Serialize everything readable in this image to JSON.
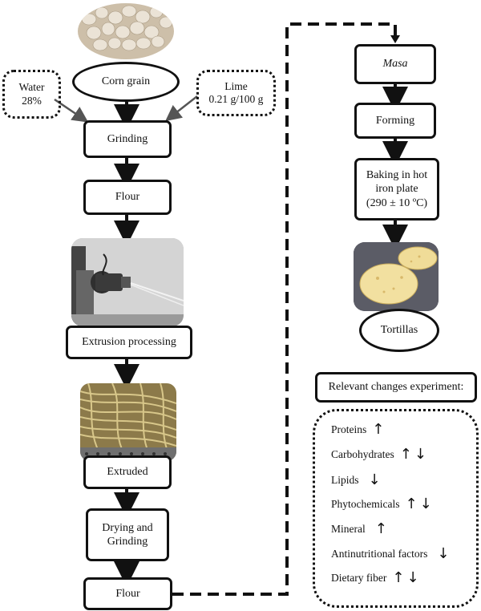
{
  "inputs": {
    "water": {
      "name": "Water",
      "amount": "28%"
    },
    "lime": {
      "name": "Lime",
      "amount": "0.21 g/100 g"
    }
  },
  "steps": {
    "corn_grain": "Corn grain",
    "grinding": "Grinding",
    "flour_1": "Flour",
    "extrusion": "Extrusion processing",
    "extruded": "Extruded",
    "drying_line1": "Drying and",
    "drying_line2": "Grinding",
    "flour_2": "Flour",
    "masa": "Masa",
    "forming": "Forming",
    "baking_line1": "Baking in hot",
    "baking_line2": "iron plate",
    "baking_line3": "(290 ± 10 ºC)",
    "tortillas": "Tortillas"
  },
  "changes": {
    "title": "Relevant changes experiment:",
    "items": [
      {
        "label": "Proteins",
        "arrows": "up"
      },
      {
        "label": "Carbohydrates",
        "arrows": "up-down"
      },
      {
        "label": "Lipids",
        "arrows": "down"
      },
      {
        "label": "Phytochemicals",
        "arrows": "up-down"
      },
      {
        "label": "Mineral",
        "arrows": "up"
      },
      {
        "label": "Antinutritional factors",
        "arrows": "down"
      },
      {
        "label": "Dietary fiber",
        "arrows": "up-down"
      }
    ]
  },
  "icons": {
    "up": "↑",
    "down": "↓"
  },
  "colors": {
    "stroke": "#111111",
    "arrow_gray": "#555555",
    "corn": "#d9ccb8",
    "tortilla": "#f1df9c",
    "extruded": "#b9a464"
  }
}
